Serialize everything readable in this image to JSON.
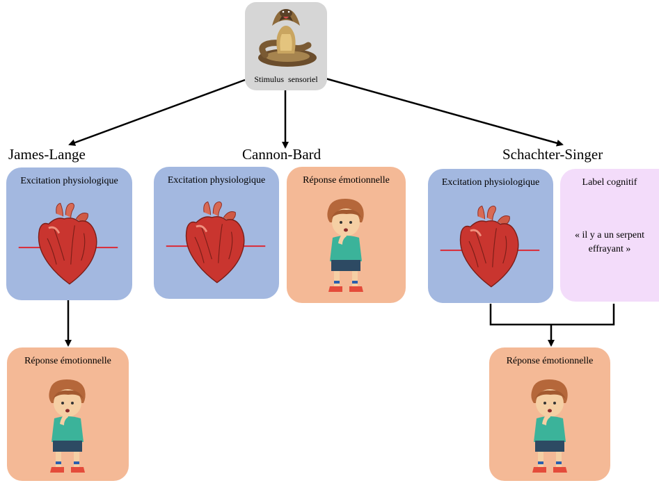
{
  "stimulus": {
    "label": "Stimulus  sensoriel",
    "icon": "cobra-icon"
  },
  "theories": {
    "james_lange": "James-Lange",
    "cannon_bard": "Cannon-Bard",
    "schachter_singer": "Schachter-Singer"
  },
  "boxes": {
    "excitation": "Excitation physiologique",
    "reponse": "Réponse émotionnelle",
    "label_cognitif": "Label cognitif",
    "label_quote": "« il y a un serpent effrayant »"
  },
  "icons": {
    "heart": "heart-icon",
    "boy": "scared-boy-icon",
    "heartbeat": "heartbeat-line-icon"
  },
  "colors": {
    "physiological": "#a3b8e0",
    "emotional": "#f4b996",
    "cognitive": "#f3dcfa",
    "stimulus": "#d6d6d6",
    "heart": "#c9352f",
    "pulse": "#e0202a"
  }
}
